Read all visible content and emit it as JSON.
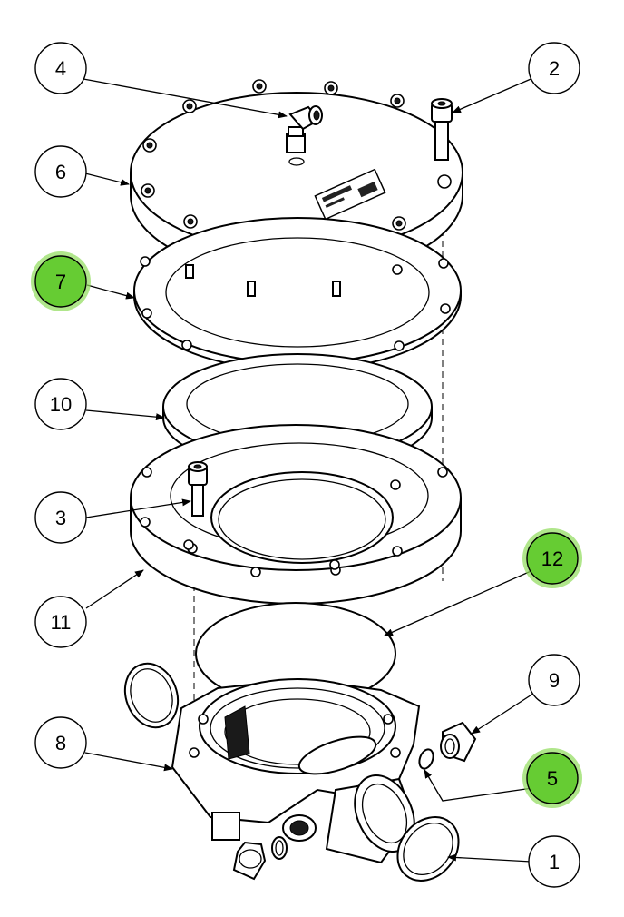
{
  "colors": {
    "highlight": "#66cc33",
    "line": "#000000",
    "background": "#ffffff"
  },
  "callouts": [
    {
      "id": "c4",
      "label": "4",
      "highlighted": false
    },
    {
      "id": "c2",
      "label": "2",
      "highlighted": false
    },
    {
      "id": "c6",
      "label": "6",
      "highlighted": false
    },
    {
      "id": "c7",
      "label": "7",
      "highlighted": true
    },
    {
      "id": "c10",
      "label": "10",
      "highlighted": false
    },
    {
      "id": "c3",
      "label": "3",
      "highlighted": false
    },
    {
      "id": "c12",
      "label": "12",
      "highlighted": true
    },
    {
      "id": "c11",
      "label": "11",
      "highlighted": false
    },
    {
      "id": "c9",
      "label": "9",
      "highlighted": false
    },
    {
      "id": "c8",
      "label": "8",
      "highlighted": false
    },
    {
      "id": "c5",
      "label": "5",
      "highlighted": true
    },
    {
      "id": "c1",
      "label": "1",
      "highlighted": false
    }
  ]
}
